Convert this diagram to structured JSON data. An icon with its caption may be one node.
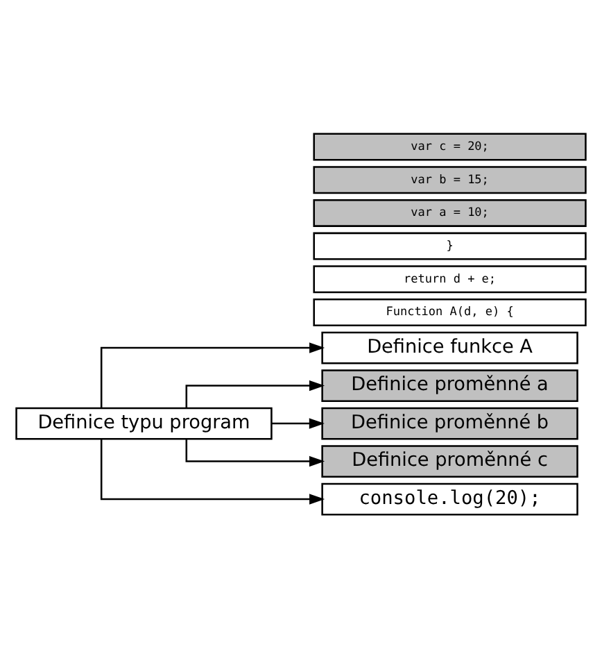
{
  "diagram": {
    "nodes": [
      {
        "text": [
          "Definice typu program"
        ]
      },
      {
        "text": [
          "Definice funkce A"
        ]
      },
      {
        "text": [
          "Function A(d, e) {"
        ]
      },
      {
        "text": [
          "return d + e;"
        ]
      },
      {
        "text": [
          "}"
        ]
      },
      {
        "text": [
          "Definice proměnné a"
        ]
      },
      {
        "text": [
          "var a = 10;"
        ]
      },
      {
        "text": [
          "Definice proměnné b"
        ]
      },
      {
        "text": [
          "var b = 15;"
        ]
      },
      {
        "text": [
          "Definice proměnné c"
        ]
      },
      {
        "text": [
          "var c = 20;"
        ]
      },
      {
        "text": [
          "console.log(20);"
        ]
      }
    ],
    "edges": [
      {
        "from": 0,
        "to": 1,
        "arrow": "to"
      },
      {
        "from": 0,
        "to": 5,
        "arrow": "to"
      },
      {
        "from": 0,
        "to": 7,
        "arrow": "to"
      },
      {
        "from": 0,
        "to": 9,
        "arrow": "to"
      },
      {
        "from": 0,
        "to": 11,
        "arrow": "to"
      }
    ]
  }
}
